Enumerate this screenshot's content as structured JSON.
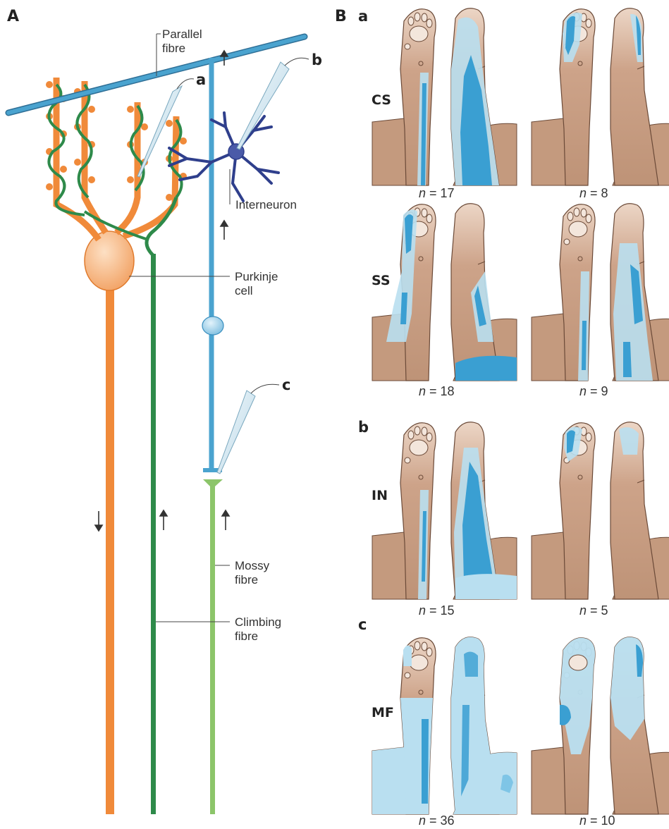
{
  "panel_a": {
    "letter": "A",
    "labels": {
      "parallel_fibre": [
        "Parallel",
        "fibre"
      ],
      "interneuron": "Interneuron",
      "purkinje_cell": [
        "Purkinje",
        "cell"
      ],
      "mossy_fibre": [
        "Mossy",
        "fibre"
      ],
      "climbing_fibre": [
        "Climbing",
        "fibre"
      ]
    },
    "electrodes": [
      "a",
      "b",
      "c"
    ],
    "colors": {
      "purkinje": "#f08a3a",
      "climbing": "#2e8a4a",
      "parallel": "#4aa3cf",
      "mossy": "#8cc56a",
      "interneuron": "#2f3f8c",
      "pipette": "#cfe4ef"
    }
  },
  "panel_b": {
    "letter": "B",
    "groups": [
      {
        "sub": "a",
        "rows": [
          {
            "label": "CS",
            "n_left": "17",
            "n_right": "8"
          },
          {
            "label": "SS",
            "n_left": "18",
            "n_right": "9"
          }
        ]
      },
      {
        "sub": "b",
        "rows": [
          {
            "label": "IN",
            "n_left": "15",
            "n_right": "5"
          }
        ]
      },
      {
        "sub": "c",
        "rows": [
          {
            "label": "MF",
            "n_left": "36",
            "n_right": "10"
          }
        ]
      }
    ],
    "n_prefix": "n",
    "n_eq": " = ",
    "colors": {
      "skin": "#c49a7e",
      "skin_light": "#e6d0c2",
      "field_dark": "#3a9fd2",
      "field_light": "#b9dff0"
    }
  }
}
